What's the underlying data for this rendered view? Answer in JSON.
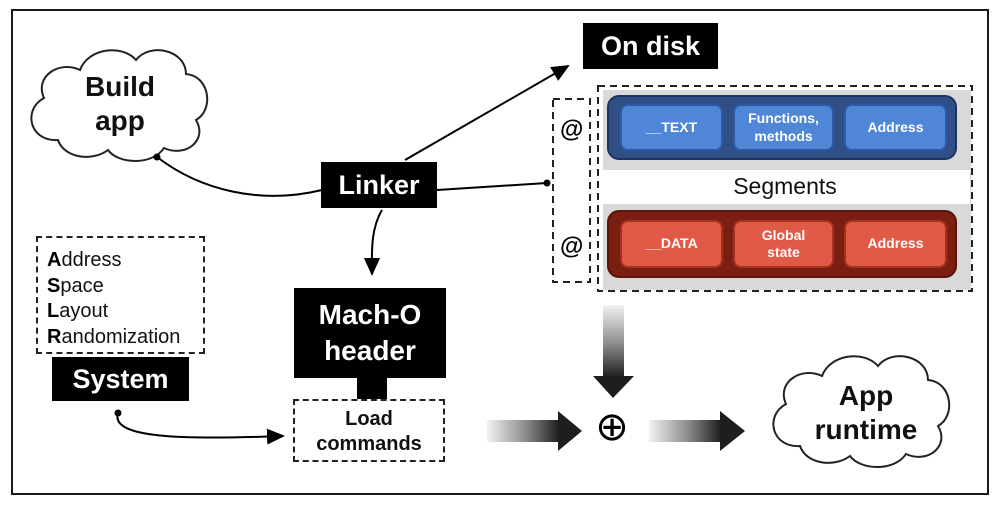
{
  "clouds": {
    "build": [
      "Build",
      "app"
    ],
    "runtime": [
      "App",
      "runtime"
    ]
  },
  "labels": {
    "on_disk": "On disk",
    "linker": "Linker",
    "macho": [
      "Mach-O",
      "header"
    ],
    "system": "System",
    "segments": "Segments",
    "load_commands": [
      "Load",
      "commands"
    ],
    "at_symbol": "@",
    "combine_symbol": "⊕"
  },
  "aslr": [
    {
      "initial": "A",
      "rest": "ddress"
    },
    {
      "initial": "S",
      "rest": "pace"
    },
    {
      "initial": "L",
      "rest": "ayout"
    },
    {
      "initial": "R",
      "rest": "andomization"
    }
  ],
  "segments": {
    "text": [
      "__TEXT",
      "Functions,\nmethods",
      "Address"
    ],
    "data": [
      "__DATA",
      "Global\nstate",
      "Address"
    ]
  },
  "colors": {
    "text_fill": "#4f86d6",
    "text_group": "#2f4f86",
    "data_fill": "#e05a47",
    "data_group": "#7a1f12"
  }
}
